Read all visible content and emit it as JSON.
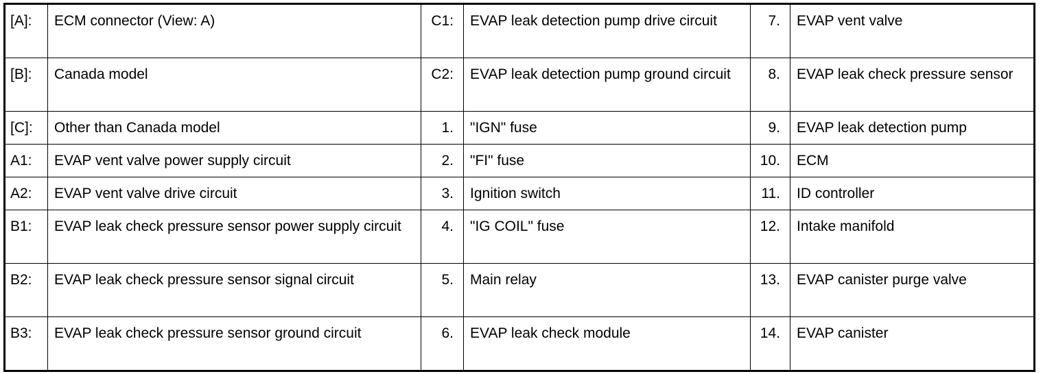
{
  "rows": [
    {
      "a_label": "[A]:",
      "a_text": "ECM connector (View: A)",
      "b_label": "C1:",
      "b_text": "EVAP leak detection pump drive circuit",
      "c_label": "7.",
      "c_text": "EVAP vent valve"
    },
    {
      "a_label": "[B]:",
      "a_text": "Canada model",
      "b_label": "C2:",
      "b_text": "EVAP leak detection pump ground circuit",
      "c_label": "8.",
      "c_text": "EVAP leak check pressure sensor"
    },
    {
      "a_label": "[C]:",
      "a_text": "Other than Canada model",
      "b_label": "1.",
      "b_text": "\"IGN\" fuse",
      "c_label": "9.",
      "c_text": "EVAP leak detection pump"
    },
    {
      "a_label": "A1:",
      "a_text": "EVAP vent valve power supply circuit",
      "b_label": "2.",
      "b_text": "\"FI\" fuse",
      "c_label": "10.",
      "c_text": "ECM"
    },
    {
      "a_label": "A2:",
      "a_text": "EVAP vent valve drive circuit",
      "b_label": "3.",
      "b_text": "Ignition switch",
      "c_label": "11.",
      "c_text": "ID controller"
    },
    {
      "a_label": "B1:",
      "a_text": "EVAP leak check pressure sensor power supply circuit",
      "b_label": "4.",
      "b_text": "\"IG COIL\" fuse",
      "c_label": "12.",
      "c_text": "Intake manifold"
    },
    {
      "a_label": "B2:",
      "a_text": "EVAP leak check pressure sensor signal circuit",
      "b_label": "5.",
      "b_text": "Main relay",
      "c_label": "13.",
      "c_text": "EVAP canister purge valve"
    },
    {
      "a_label": "B3:",
      "a_text": "EVAP leak check pressure sensor ground circuit",
      "b_label": "6.",
      "b_text": "EVAP leak check module",
      "c_label": "14.",
      "c_text": "EVAP canister"
    }
  ]
}
